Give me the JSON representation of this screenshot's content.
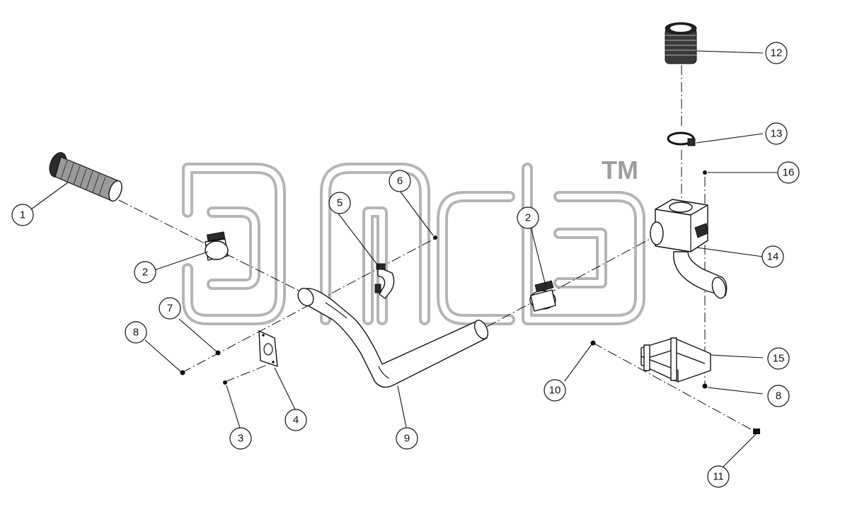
{
  "watermark": {
    "trademark": "TM"
  },
  "callouts": [
    {
      "id": "c1",
      "label": "1"
    },
    {
      "id": "c2a",
      "label": "2"
    },
    {
      "id": "c2b",
      "label": "2"
    },
    {
      "id": "c3",
      "label": "3"
    },
    {
      "id": "c4",
      "label": "4"
    },
    {
      "id": "c5",
      "label": "5"
    },
    {
      "id": "c6",
      "label": "6"
    },
    {
      "id": "c7",
      "label": "7"
    },
    {
      "id": "c8a",
      "label": "8"
    },
    {
      "id": "c8b",
      "label": "8"
    },
    {
      "id": "c9",
      "label": "9"
    },
    {
      "id": "c10",
      "label": "10"
    },
    {
      "id": "c11",
      "label": "11"
    },
    {
      "id": "c12",
      "label": "12"
    },
    {
      "id": "c13",
      "label": "13"
    },
    {
      "id": "c14",
      "label": "14"
    },
    {
      "id": "c15",
      "label": "15"
    },
    {
      "id": "c16",
      "label": "16"
    }
  ]
}
